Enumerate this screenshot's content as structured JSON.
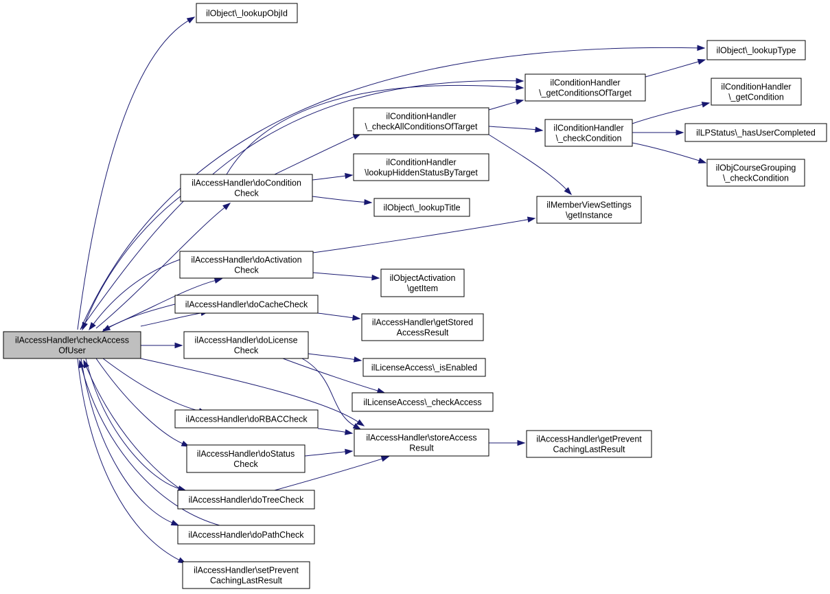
{
  "diagram": {
    "type": "call-graph",
    "nodes": [
      {
        "id": "root",
        "lines": [
          "ilAccessHandler\\checkAccess",
          "OfUser"
        ],
        "highlighted": true
      },
      {
        "id": "lookupObjId",
        "lines": [
          "ilObject\\_lookupObjId"
        ]
      },
      {
        "id": "lookupType",
        "lines": [
          "ilObject\\_lookupType"
        ]
      },
      {
        "id": "getConditionsOfTarget",
        "lines": [
          "ilConditionHandler",
          "\\_getConditionsOfTarget"
        ]
      },
      {
        "id": "getCondition",
        "lines": [
          "ilConditionHandler",
          "\\_getCondition"
        ]
      },
      {
        "id": "checkAllConditionsOfTarget",
        "lines": [
          "ilConditionHandler",
          "\\_checkAllConditionsOfTarget"
        ]
      },
      {
        "id": "checkCondition",
        "lines": [
          "ilConditionHandler",
          "\\_checkCondition"
        ]
      },
      {
        "id": "hasUserCompleted",
        "lines": [
          "ilLPStatus\\_hasUserCompleted"
        ]
      },
      {
        "id": "lookupHiddenStatusByTarget",
        "lines": [
          "ilConditionHandler",
          "\\lookupHiddenStatusByTarget"
        ]
      },
      {
        "id": "objCourseGroupingCheck",
        "lines": [
          "ilObjCourseGrouping",
          "\\_checkCondition"
        ]
      },
      {
        "id": "doConditionCheck",
        "lines": [
          "ilAccessHandler\\doCondition",
          "Check"
        ]
      },
      {
        "id": "lookupTitle",
        "lines": [
          "ilObject\\_lookupTitle"
        ]
      },
      {
        "id": "memberViewGetInstance",
        "lines": [
          "ilMemberViewSettings",
          "\\getInstance"
        ]
      },
      {
        "id": "doActivationCheck",
        "lines": [
          "ilAccessHandler\\doActivation",
          "Check"
        ]
      },
      {
        "id": "objectActivationGetItem",
        "lines": [
          "ilObjectActivation",
          "\\getItem"
        ]
      },
      {
        "id": "doCacheCheck",
        "lines": [
          "ilAccessHandler\\doCacheCheck"
        ]
      },
      {
        "id": "getStoredAccessResult",
        "lines": [
          "ilAccessHandler\\getStored",
          "AccessResult"
        ]
      },
      {
        "id": "doLicenseCheck",
        "lines": [
          "ilAccessHandler\\doLicense",
          "Check"
        ]
      },
      {
        "id": "licenseIsEnabled",
        "lines": [
          "ilLicenseAccess\\_isEnabled"
        ]
      },
      {
        "id": "licenseCheckAccess",
        "lines": [
          "ilLicenseAccess\\_checkAccess"
        ]
      },
      {
        "id": "doRBACCheck",
        "lines": [
          "ilAccessHandler\\doRBACCheck"
        ]
      },
      {
        "id": "storeAccessResult",
        "lines": [
          "ilAccessHandler\\storeAccess",
          "Result"
        ]
      },
      {
        "id": "getPreventCachingLastResult",
        "lines": [
          "ilAccessHandler\\getPrevent",
          "CachingLastResult"
        ]
      },
      {
        "id": "doStatusCheck",
        "lines": [
          "ilAccessHandler\\doStatus",
          "Check"
        ]
      },
      {
        "id": "doTreeCheck",
        "lines": [
          "ilAccessHandler\\doTreeCheck"
        ]
      },
      {
        "id": "doPathCheck",
        "lines": [
          "ilAccessHandler\\doPathCheck"
        ]
      },
      {
        "id": "setPreventCachingLastResult",
        "lines": [
          "ilAccessHandler\\setPrevent",
          "CachingLastResult"
        ]
      }
    ],
    "edges": [
      {
        "from": "root",
        "to": "lookupObjId"
      },
      {
        "from": "root",
        "to": "lookupType"
      },
      {
        "from": "root",
        "to": "getConditionsOfTarget"
      },
      {
        "from": "root",
        "to": "doConditionCheck"
      },
      {
        "from": "root",
        "to": "doActivationCheck"
      },
      {
        "from": "root",
        "to": "doCacheCheck"
      },
      {
        "from": "root",
        "to": "doLicenseCheck"
      },
      {
        "from": "root",
        "to": "storeAccessResult"
      },
      {
        "from": "root",
        "to": "doRBACCheck"
      },
      {
        "from": "root",
        "to": "doStatusCheck"
      },
      {
        "from": "root",
        "to": "doTreeCheck"
      },
      {
        "from": "root",
        "to": "doPathCheck"
      },
      {
        "from": "root",
        "to": "setPreventCachingLastResult"
      },
      {
        "from": "doConditionCheck",
        "to": "root"
      },
      {
        "from": "doActivationCheck",
        "to": "root"
      },
      {
        "from": "doCacheCheck",
        "to": "root"
      },
      {
        "from": "doTreeCheck",
        "to": "root"
      },
      {
        "from": "doPathCheck",
        "to": "root"
      },
      {
        "from": "doConditionCheck",
        "to": "getConditionsOfTarget"
      },
      {
        "from": "doConditionCheck",
        "to": "checkAllConditionsOfTarget"
      },
      {
        "from": "doConditionCheck",
        "to": "lookupHiddenStatusByTarget"
      },
      {
        "from": "doConditionCheck",
        "to": "lookupTitle"
      },
      {
        "from": "checkAllConditionsOfTarget",
        "to": "getConditionsOfTarget"
      },
      {
        "from": "checkAllConditionsOfTarget",
        "to": "checkCondition"
      },
      {
        "from": "checkAllConditionsOfTarget",
        "to": "memberViewGetInstance"
      },
      {
        "from": "getConditionsOfTarget",
        "to": "lookupType"
      },
      {
        "from": "checkCondition",
        "to": "getCondition"
      },
      {
        "from": "checkCondition",
        "to": "hasUserCompleted"
      },
      {
        "from": "checkCondition",
        "to": "objCourseGroupingCheck"
      },
      {
        "from": "doActivationCheck",
        "to": "memberViewGetInstance"
      },
      {
        "from": "doActivationCheck",
        "to": "objectActivationGetItem"
      },
      {
        "from": "doCacheCheck",
        "to": "getStoredAccessResult"
      },
      {
        "from": "doLicenseCheck",
        "to": "licenseIsEnabled"
      },
      {
        "from": "doLicenseCheck",
        "to": "licenseCheckAccess"
      },
      {
        "from": "doLicenseCheck",
        "to": "storeAccessResult"
      },
      {
        "from": "doRBACCheck",
        "to": "storeAccessResult"
      },
      {
        "from": "doStatusCheck",
        "to": "storeAccessResult"
      },
      {
        "from": "doTreeCheck",
        "to": "storeAccessResult"
      },
      {
        "from": "storeAccessResult",
        "to": "getPreventCachingLastResult"
      }
    ]
  }
}
